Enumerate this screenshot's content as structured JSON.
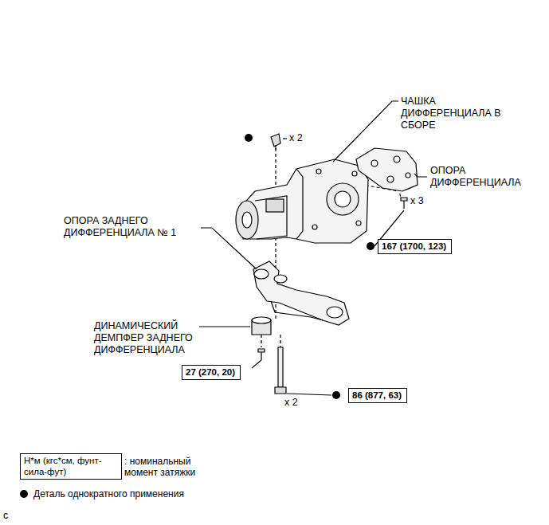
{
  "diagram": {
    "nodes": [
      {
        "text": [
          "167 (1700, 123)"
        ]
      },
      {
        "text": [
          "27 (270, 20)"
        ]
      },
      {
        "text": [
          "86 (877, 63)"
        ]
      },
      {
        "text": [
          "Н*м (кгс*см, фунт-сила-фут)"
        ]
      }
    ],
    "labels": [
      "ЧАШКА ДИФФЕРЕНЦИАЛА В СБОРЕ",
      "x 2",
      "ОПОРА ДИФФЕРЕНЦИАЛА",
      "x 3",
      "ОПОРА ЗАДНЕГО ДИФФЕРЕНЦИАЛА № 1",
      "ДИНАМИЧЕСКИЙ ДЕМПФЕР ЗАДНЕГО ДИФФЕРЕНЦИАЛА",
      "x 2",
      "c"
    ],
    "legend": [
      {
        "text": ": номинальный момент затяжки"
      },
      {
        "text": "Деталь однократного применения"
      }
    ]
  }
}
